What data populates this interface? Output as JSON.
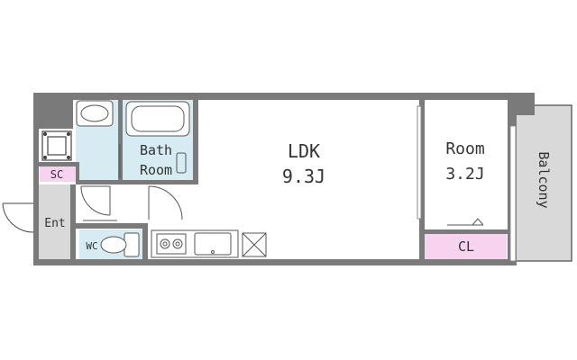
{
  "floorplan": {
    "rooms": {
      "ldk": {
        "name": "LDK",
        "size": "9.3J"
      },
      "room": {
        "name": "Room",
        "size": "3.2J"
      },
      "bath": {
        "line1": "Bath",
        "line2": "Room"
      },
      "balcony": {
        "name": "Balcony"
      },
      "closet": {
        "name": "CL"
      },
      "shoe_closet": {
        "name": "SC"
      },
      "entrance": {
        "name": "Ent"
      },
      "wc": {
        "name": "WC"
      }
    },
    "colors": {
      "wall": "#7a7a7a",
      "wet_area": "#d6ebf2",
      "closet": "#f7d3ef",
      "balcony": "#d9d9d9",
      "entrance": "#d9d9d9",
      "floor": "#ffffff"
    }
  }
}
